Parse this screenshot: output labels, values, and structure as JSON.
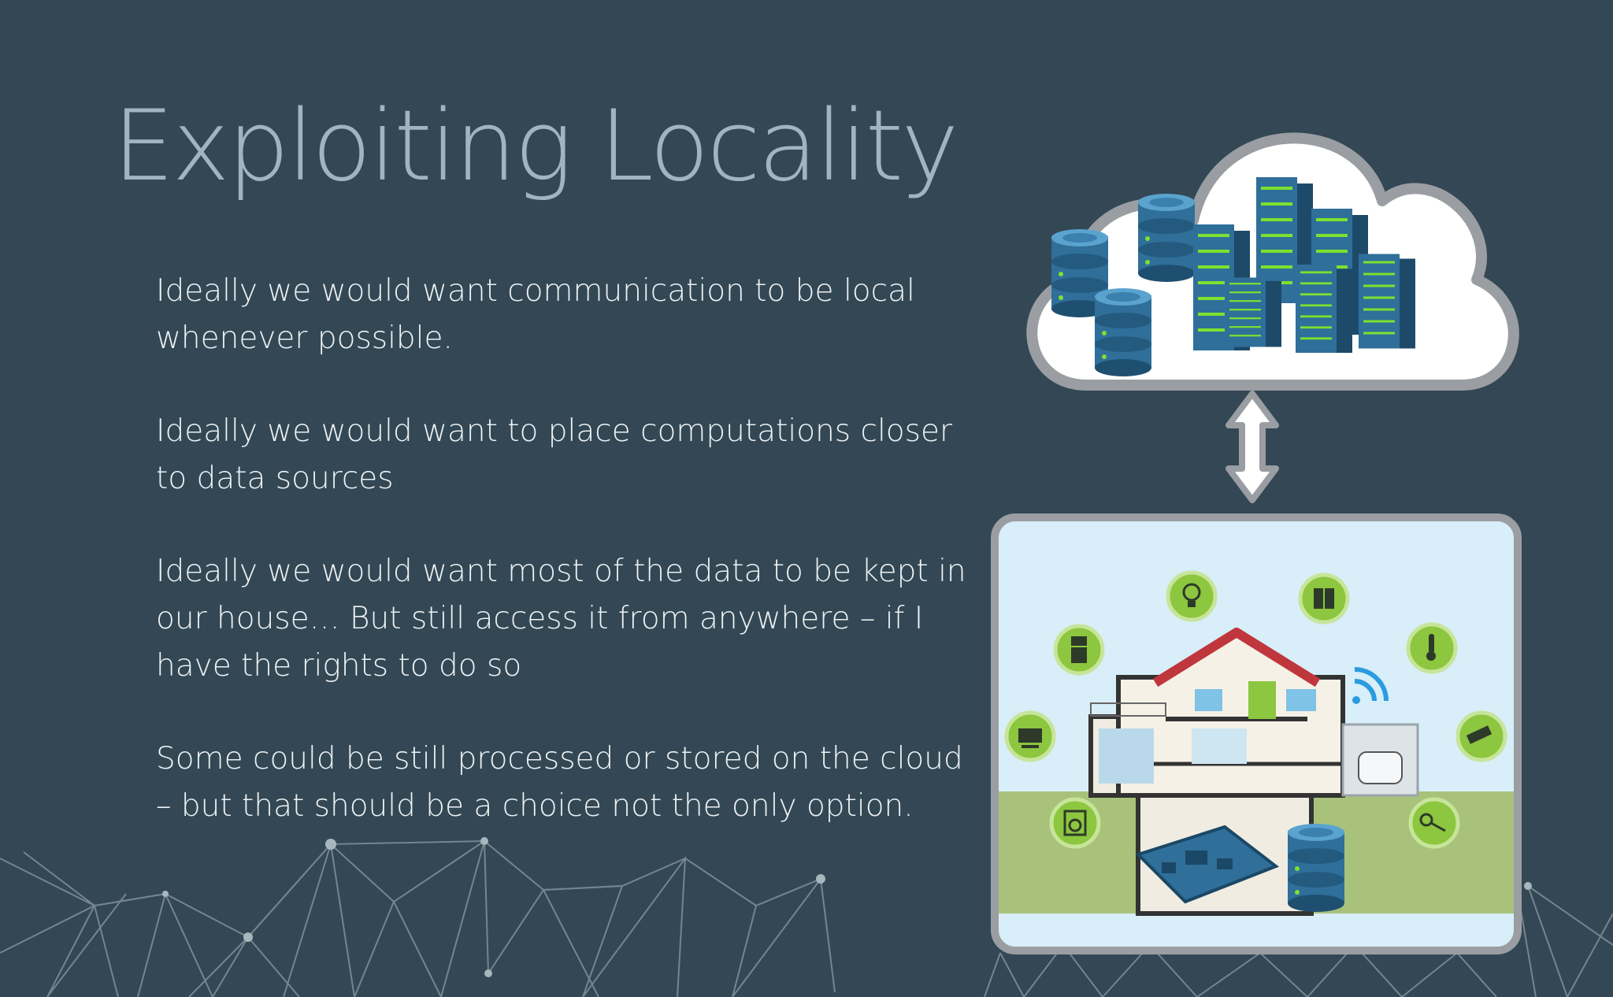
{
  "slide": {
    "title": "Exploiting Locality",
    "bullets": [
      "Ideally we would want communication to be local whenever possible.",
      "Ideally we would want to place computations closer to data sources",
      "Ideally we would want most of the data to be kept in our house… But still access it from anywhere – if I have the rights to do so",
      "Some could be still processed or stored on the cloud – but that should be a choice not the only option."
    ]
  },
  "colors": {
    "background": "#334854",
    "title": "#9fb5c1",
    "text": "#eef2f4",
    "server_blue": "#2f6f9a",
    "led_green": "#7ee02e",
    "sky": "#d8eef8",
    "grass": "#a9c27b",
    "roof": "#c0363d",
    "icon_green": "#8dc63f"
  },
  "icons": {
    "cloud": "cloud-icon",
    "arrow": "double-arrow-icon",
    "house": "smart-home-icon",
    "ring": [
      "lightbulb-icon",
      "window-icon",
      "thermometer-icon",
      "camera-icon",
      "key-icon",
      "washing-machine-icon",
      "tv-icon",
      "fridge-icon"
    ]
  }
}
